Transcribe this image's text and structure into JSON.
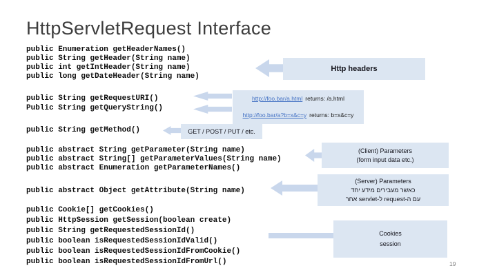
{
  "slide": {
    "title": "HttpServletRequest Interface",
    "page_number": "19"
  },
  "colors": {
    "box_fill": "#dce6f2",
    "arrow_fill": "#c9d7ec",
    "link_blue": "#4472c4",
    "code_text": "#0d0d0d",
    "title_text": "#3d3d3d"
  },
  "code_blocks": {
    "headers": {
      "lines": [
        "public Enumeration getHeaderNames()",
        "public String getHeader(String name)",
        "public int getIntHeader(String name)",
        "public long getDateHeader(String name)"
      ]
    },
    "uri": {
      "lines": [
        "public String getRequestURI()",
        "Public String getQueryString()"
      ]
    },
    "method": {
      "lines": [
        "public String getMethod()"
      ]
    },
    "params": {
      "lines": [
        "public abstract String getParameter(String name)",
        "public abstract String[] getParameterValues(String name)",
        "public abstract Enumeration getParameterNames()"
      ]
    },
    "attribute": {
      "lines": [
        "public abstract Object getAttribute(String name)"
      ]
    },
    "cookies": {
      "lines": [
        "public Cookie[] getCookies()",
        "public HttpSession getSession(boolean create)",
        "public String getRequestedSessionId()",
        "public boolean isRequestedSessionIdValid()",
        "public boolean isRequestedSessionIdFromCookie()",
        "public boolean isRequestedSessionIdFromUrl()"
      ]
    }
  },
  "callouts": {
    "http_headers": {
      "label": "Http headers"
    },
    "uri_examples": {
      "rows": [
        {
          "link": "http://foo.bar/a.html",
          "result": "returns: /a.html"
        },
        {
          "link": "http://foo.bar/a?b=x&c=y",
          "result": "returns: b=x&c=y"
        }
      ]
    },
    "method": {
      "label": "GET / POST / PUT / etc."
    },
    "client_params": {
      "lines": [
        "(Client) Parameters",
        "(form input data etc.)"
      ]
    },
    "server_params": {
      "lines": [
        "(Server) Parameters",
        "כאשר מעבירים מידע יחד",
        "עם ה-request ל-servlet אחר"
      ]
    },
    "cookies": {
      "lines": [
        "Cookies",
        "session"
      ]
    }
  }
}
